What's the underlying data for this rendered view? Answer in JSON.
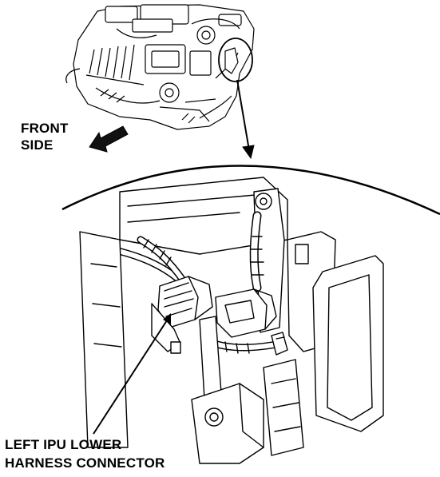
{
  "callouts": {
    "direction_line1": "FRONT",
    "direction_line2": "SIDE",
    "connector_line1": "LEFT IPU LOWER",
    "connector_line2": "HARNESS CONNECTOR"
  },
  "colors": {
    "ink": "#000000",
    "background": "#ffffff"
  }
}
